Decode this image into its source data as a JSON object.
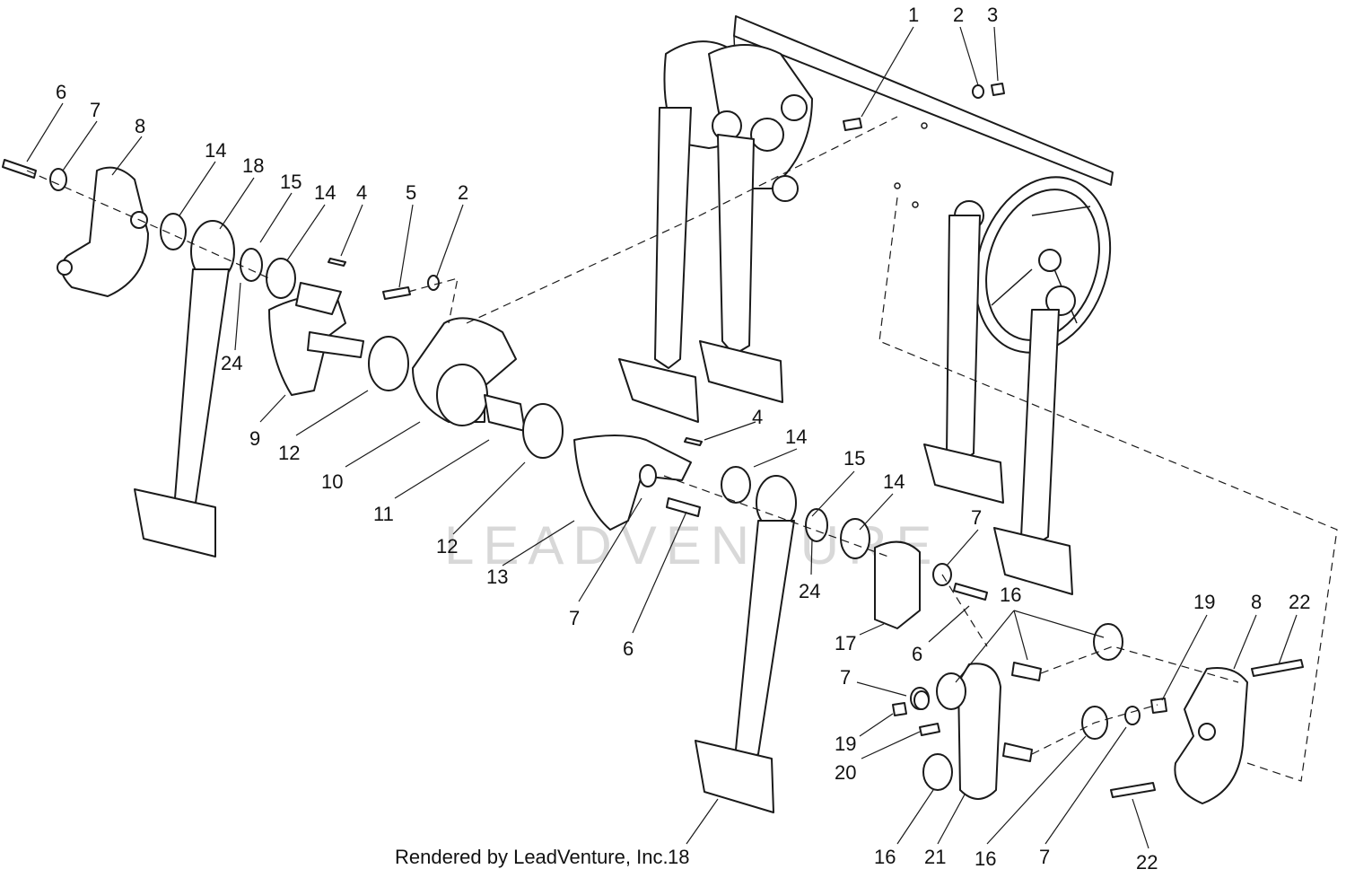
{
  "watermark": "LEADVENTURE",
  "credit": "Rendered by LeadVenture, Inc.",
  "callouts": [
    {
      "id": "c1",
      "label": "1"
    },
    {
      "id": "c2a",
      "label": "2"
    },
    {
      "id": "c3",
      "label": "3"
    },
    {
      "id": "c6a",
      "label": "6"
    },
    {
      "id": "c7a",
      "label": "7"
    },
    {
      "id": "c8a",
      "label": "8"
    },
    {
      "id": "c14a",
      "label": "14"
    },
    {
      "id": "c18a",
      "label": "18"
    },
    {
      "id": "c15a",
      "label": "15"
    },
    {
      "id": "c14b",
      "label": "14"
    },
    {
      "id": "c4a",
      "label": "4"
    },
    {
      "id": "c5",
      "label": "5"
    },
    {
      "id": "c2b",
      "label": "2"
    },
    {
      "id": "c24a",
      "label": "24"
    },
    {
      "id": "c9",
      "label": "9"
    },
    {
      "id": "c12a",
      "label": "12"
    },
    {
      "id": "c10",
      "label": "10"
    },
    {
      "id": "c11",
      "label": "11"
    },
    {
      "id": "c4b",
      "label": "4"
    },
    {
      "id": "c14c",
      "label": "14"
    },
    {
      "id": "c12b",
      "label": "12"
    },
    {
      "id": "c13",
      "label": "13"
    },
    {
      "id": "c7b",
      "label": "7"
    },
    {
      "id": "c6b",
      "label": "6"
    },
    {
      "id": "c15b",
      "label": "15"
    },
    {
      "id": "c14d",
      "label": "14"
    },
    {
      "id": "c24b",
      "label": "24"
    },
    {
      "id": "c7c",
      "label": "7"
    },
    {
      "id": "c16a",
      "label": "16"
    },
    {
      "id": "c17",
      "label": "17"
    },
    {
      "id": "c6c",
      "label": "6"
    },
    {
      "id": "c19a",
      "label": "19"
    },
    {
      "id": "c8b",
      "label": "8"
    },
    {
      "id": "c22a",
      "label": "22"
    },
    {
      "id": "c7d",
      "label": "7"
    },
    {
      "id": "c19b",
      "label": "19"
    },
    {
      "id": "c20",
      "label": "20"
    },
    {
      "id": "c16b",
      "label": "16"
    },
    {
      "id": "c21",
      "label": "21"
    },
    {
      "id": "c16c",
      "label": "16"
    },
    {
      "id": "c7e",
      "label": "7"
    },
    {
      "id": "c22b",
      "label": "22"
    },
    {
      "id": "c18b",
      "label": "18"
    }
  ]
}
